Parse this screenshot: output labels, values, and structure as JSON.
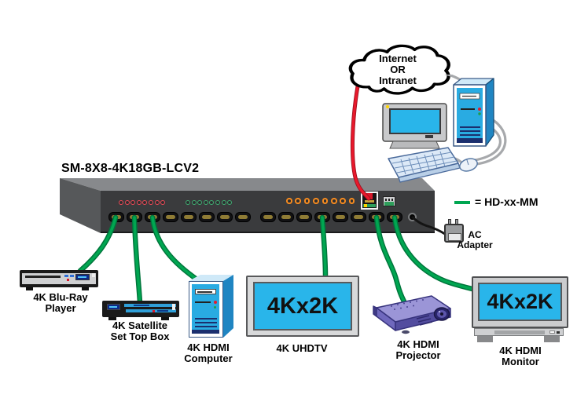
{
  "title": "SM-8X8-4K18GB-LCV2",
  "network": {
    "cloud_label": "Internet\nOR\nIntranet"
  },
  "legend": {
    "label": "= HD-xx-MM"
  },
  "power": {
    "label": "AC\nAdapter"
  },
  "switch": {
    "hdmi_inputs": 8,
    "hdmi_outputs": 8,
    "led_groups": [
      {
        "name": "input-led-red",
        "count": 8,
        "color": "#EF4956"
      },
      {
        "name": "input-led-green",
        "count": 8,
        "color": "#3FAF72"
      },
      {
        "name": "output-led-orange",
        "count": 8,
        "color": "#F68B1F"
      }
    ],
    "ports": [
      "ethernet-rj45",
      "rs232-terminal-block",
      "dc-power-jack"
    ]
  },
  "sources": [
    {
      "label": "4K Blu-Ray\nPlayer"
    },
    {
      "label": "4K Satellite\nSet Top Box"
    },
    {
      "label": "4K HDMI\nComputer"
    }
  ],
  "displays": [
    {
      "label": "4K UHDTV",
      "screen_text": "4Kx2K"
    },
    {
      "label": "4K HDMI\nProjector"
    },
    {
      "label": "4K HDMI\nMonitor",
      "screen_text": "4Kx2K"
    }
  ],
  "colors": {
    "hdmi_cable_green": "#00A651",
    "hdmi_cable_green_dark": "#00743B",
    "network_cable_red": "#E8192C",
    "screen_cyan": "#29B5EA"
  }
}
